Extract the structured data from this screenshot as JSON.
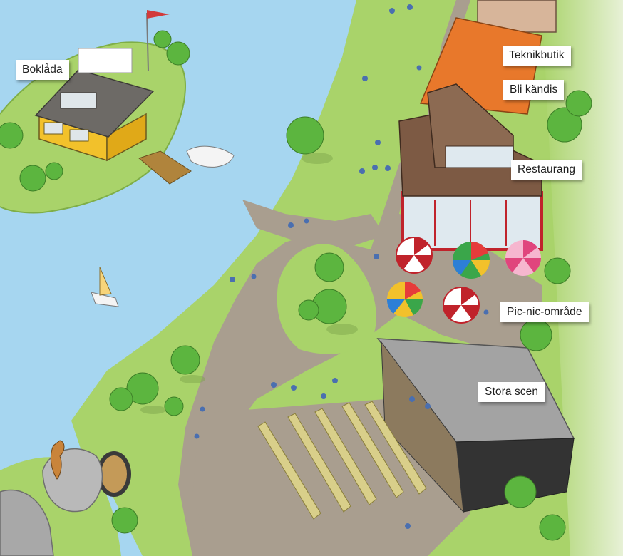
{
  "map": {
    "labels": {
      "boklada": "Boklåda",
      "teknikbutik": "Teknikbutik",
      "bli_kandis": "Bli kändis",
      "restaurang": "Restaurang",
      "picnic": "Pic-nic-område",
      "stora_scen": "Stora scen"
    }
  },
  "colors": {
    "water": "#a6d6f0",
    "grass": "#a9d36a",
    "path": "#a99e8f",
    "stage_roof": "#a3a3a3",
    "restaurant_roof": "#7d5a44",
    "restaurant_trim": "#c0232b",
    "shop_roof": "#e8782b",
    "kiosk_wall": "#f2c12b"
  }
}
